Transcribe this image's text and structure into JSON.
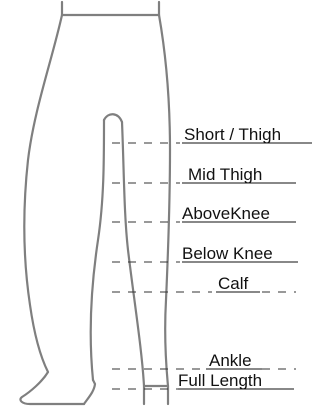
{
  "labels": {
    "short_thigh": "Short / Thigh",
    "mid_thigh": "Mid Thigh",
    "above_knee": "AboveKnee",
    "below_knee": "Below Knee",
    "calf": "Calf",
    "ankle": "Ankle",
    "full_length": "Full Length"
  },
  "colors": {
    "outline": "#7f7f7f",
    "text": "#111111",
    "dash": "#333333"
  }
}
